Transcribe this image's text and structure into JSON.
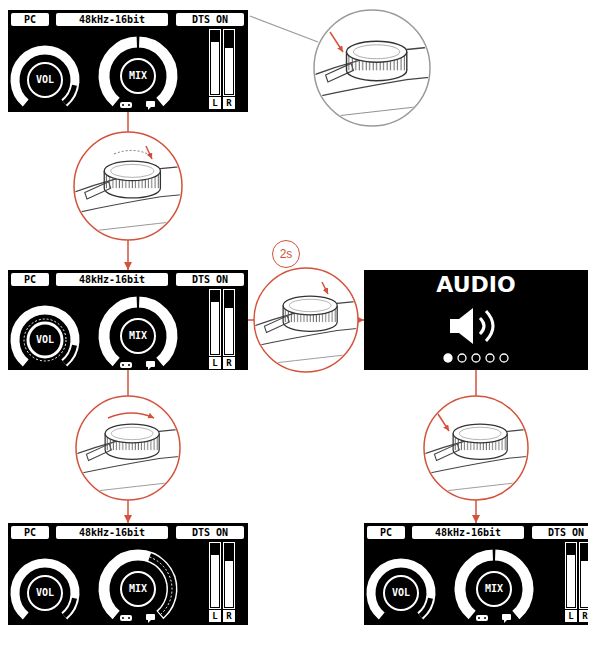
{
  "diagram": {
    "nodes": [
      {
        "text": [
          "PC",
          "48kHz-16bit",
          "DTS ON",
          "VOL",
          "MIX",
          "L",
          "R"
        ]
      },
      {
        "text": [
          "PC",
          "48kHz-16bit",
          "DTS ON",
          "VOL",
          "MIX",
          "L",
          "R"
        ]
      },
      {
        "text": [
          "2s"
        ]
      },
      {
        "text": [
          "AUDIO"
        ]
      },
      {
        "text": [
          "PC",
          "48kHz-16bit",
          "DTS ON",
          "VOL",
          "MIX",
          "L",
          "R"
        ]
      },
      {
        "text": [
          "PC",
          "48kHz-16bit",
          "DTS ON",
          "VOL",
          "MIX",
          "L",
          "R"
        ]
      }
    ],
    "edges": [
      {
        "from": 0,
        "to": 1,
        "arrow": "to"
      },
      {
        "from": 1,
        "to": 3,
        "arrow": "to"
      },
      {
        "from": 1,
        "to": 4,
        "arrow": "to"
      },
      {
        "from": 3,
        "to": 5,
        "arrow": "to"
      }
    ]
  }
}
